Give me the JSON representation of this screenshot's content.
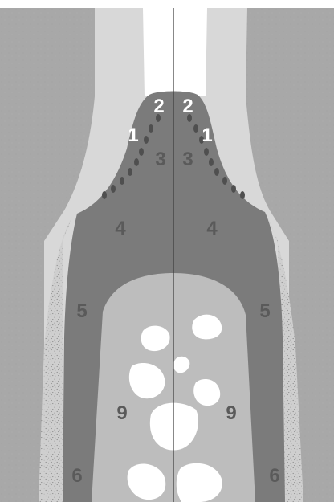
{
  "diagram": {
    "labels": {
      "l1_left": "1",
      "l1_right": "1",
      "l2_left": "2",
      "l2_right": "2",
      "l3_left": "3",
      "l3_right": "3",
      "l4_left": "4",
      "l4_right": "4",
      "l5_left": "5",
      "l5_right": "5",
      "l6_left": "6",
      "l6_right": "6",
      "l9_left": "9",
      "l9_right": "9"
    },
    "colors": {
      "outer_tissue": "#a9a9a9",
      "pale_band": "#d9d9d9",
      "white_center": "#ffffff",
      "dark_region": "#7b7b7b",
      "inner_region": "#bdbdbd",
      "speckled_band": "#c9c9c9",
      "hole": "#ffffff",
      "label_light": "#ffffff",
      "label_dark": "#5a5a5a",
      "scallops": "#555555",
      "midline": "#3a3a3a"
    }
  }
}
